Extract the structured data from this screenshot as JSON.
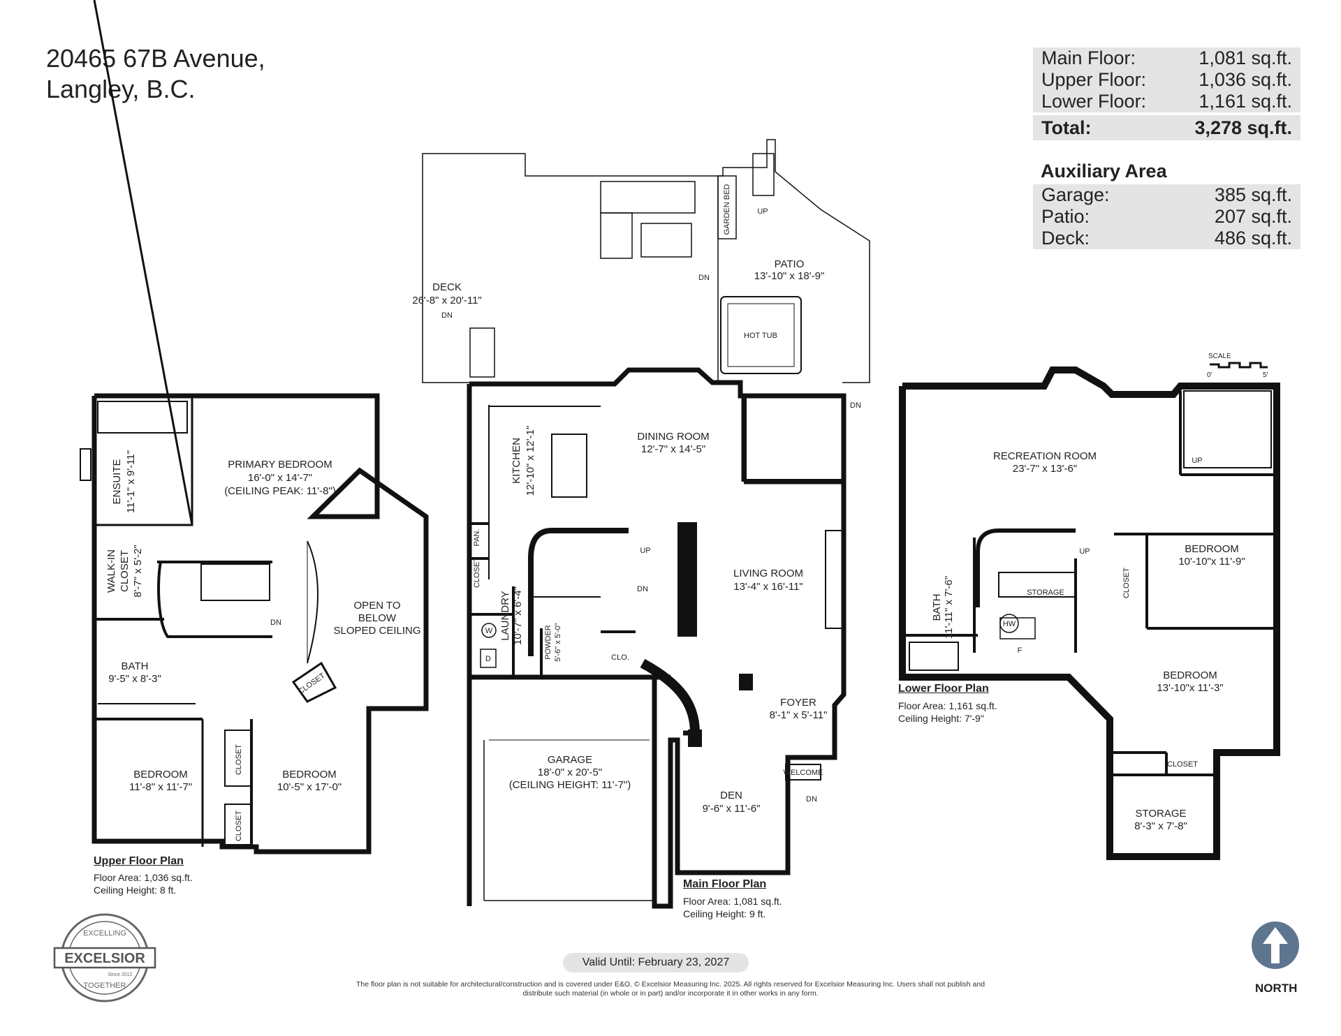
{
  "address": {
    "line1": "20465 67B Avenue,",
    "line2": "Langley, B.C."
  },
  "areas": [
    {
      "label": "Main Floor:",
      "value": "1,081 sq.ft."
    },
    {
      "label": "Upper Floor:",
      "value": "1,036 sq.ft."
    },
    {
      "label": "Lower Floor:",
      "value": "1,161 sq.ft."
    }
  ],
  "total": {
    "label": "Total:",
    "value": "3,278 sq.ft."
  },
  "auxiliary": {
    "title": "Auxiliary Area",
    "items": [
      {
        "label": "Garage:",
        "value": "385 sq.ft."
      },
      {
        "label": "Patio:",
        "value": "207 sq.ft."
      },
      {
        "label": "Deck:",
        "value": "486 sq.ft."
      }
    ]
  },
  "upper_floor": {
    "title": "Upper Floor Plan",
    "floor_area": "Floor Area: 1,036 sq.ft.",
    "ceiling": "Ceiling Height: 8 ft.",
    "rooms": {
      "ensuite": {
        "name": "ENSUITE",
        "size": "11'-1\" x 9'-11\""
      },
      "primary": {
        "name": "PRIMARY BEDROOM",
        "size": "16'-0\" x 14'-7\"",
        "note": "(CEILING PEAK: 11'-8\")"
      },
      "walkin": {
        "name1": "WALK-IN",
        "name2": "CLOSET",
        "size": "8'-7\" x 5'-2\""
      },
      "open": {
        "l1": "OPEN TO",
        "l2": "BELOW",
        "l3": "SLOPED CEILING"
      },
      "bath": {
        "name": "BATH",
        "size": "9'-5\" x 8'-3\""
      },
      "bed1": {
        "name": "BEDROOM",
        "size": "11'-8\" x 11'-7\""
      },
      "bed2": {
        "name": "BEDROOM",
        "size": "10'-5\" x 17'-0\""
      },
      "closet": "CLOSET",
      "dn": "DN"
    }
  },
  "main_floor": {
    "title": "Main Floor Plan",
    "floor_area": "Floor Area: 1,081 sq.ft.",
    "ceiling": "Ceiling Height: 9 ft.",
    "rooms": {
      "deck": {
        "name": "DECK",
        "size": "26'-8\" x 20'-11\""
      },
      "patio": {
        "name": "PATIO",
        "size": "13'-10\" x 18'-9\""
      },
      "garden": "GARDEN BED",
      "hottub": "HOT TUB",
      "kitchen": {
        "name": "KITCHEN",
        "size": "12'-10\" x 12'-1\""
      },
      "dining": {
        "name": "DINING ROOM",
        "size": "12'-7\" x 14'-5\""
      },
      "living": {
        "name": "LIVING ROOM",
        "size": "13'-4\" x 16'-11\""
      },
      "laundry": {
        "name": "LAUNDRY",
        "size": "10'-7\" x 6'-4\""
      },
      "powder": {
        "name": "POWDER",
        "size": "5'-6\" x 5'-0\""
      },
      "foyer": {
        "name": "FOYER",
        "size": "8'-1\" x 5'-11\""
      },
      "garage": {
        "name": "GARAGE",
        "size": "18'-0\" x 20'-5\"",
        "note": "(CEILING HEIGHT: 11'-7\")"
      },
      "den": {
        "name": "DEN",
        "size": "9'-6\" x 11'-6\""
      },
      "pan": "PAN.",
      "closet": "CLOSET",
      "clo": "CLO.",
      "welcome": "WELCOME",
      "up": "UP",
      "dn": "DN",
      "w": "W",
      "d": "D"
    }
  },
  "lower_floor": {
    "title": "Lower Floor Plan",
    "floor_area": "Floor Area: 1,161 sq.ft.",
    "ceiling": "Ceiling Height: 7'-9\"",
    "rooms": {
      "rec": {
        "name": "RECREATION ROOM",
        "size": "23'-7\" x 13'-6\""
      },
      "bed1": {
        "name": "BEDROOM",
        "size": "10'-10\"x 11'-9\""
      },
      "bed2": {
        "name": "BEDROOM",
        "size": "13'-10\"x 11'-3\""
      },
      "bath": {
        "name": "BATH",
        "size": "11'-11\" x 7'-6\""
      },
      "storage": "STORAGE",
      "storage2": {
        "name": "STORAGE",
        "size": "8'-3\" x 7'-8\""
      },
      "hw": "HW",
      "f": "F",
      "closet": "CLOSET",
      "up": "UP"
    }
  },
  "scale": {
    "label": "SCALE",
    "min": "0'",
    "max": "5'"
  },
  "logo": {
    "top": "EXCELLING",
    "name": "EXCELSIOR",
    "since": "Since 2012",
    "bottom": "TOGETHER"
  },
  "valid": "Valid Until: February 23, 2027",
  "disclaimer": "The floor plan is not suitable for architectural/construction and is covered under E&O. © Excelsior Measuring Inc. 2025. All rights reserved for Excelsior Measuring Inc. Users shall not publish and distribute such material (in whole or in part) and/or incorporate it in other works in any form.",
  "north": "NORTH",
  "colors": {
    "wall": "#111111",
    "panel": "#e4e4e4",
    "compass": "#5e7590"
  }
}
